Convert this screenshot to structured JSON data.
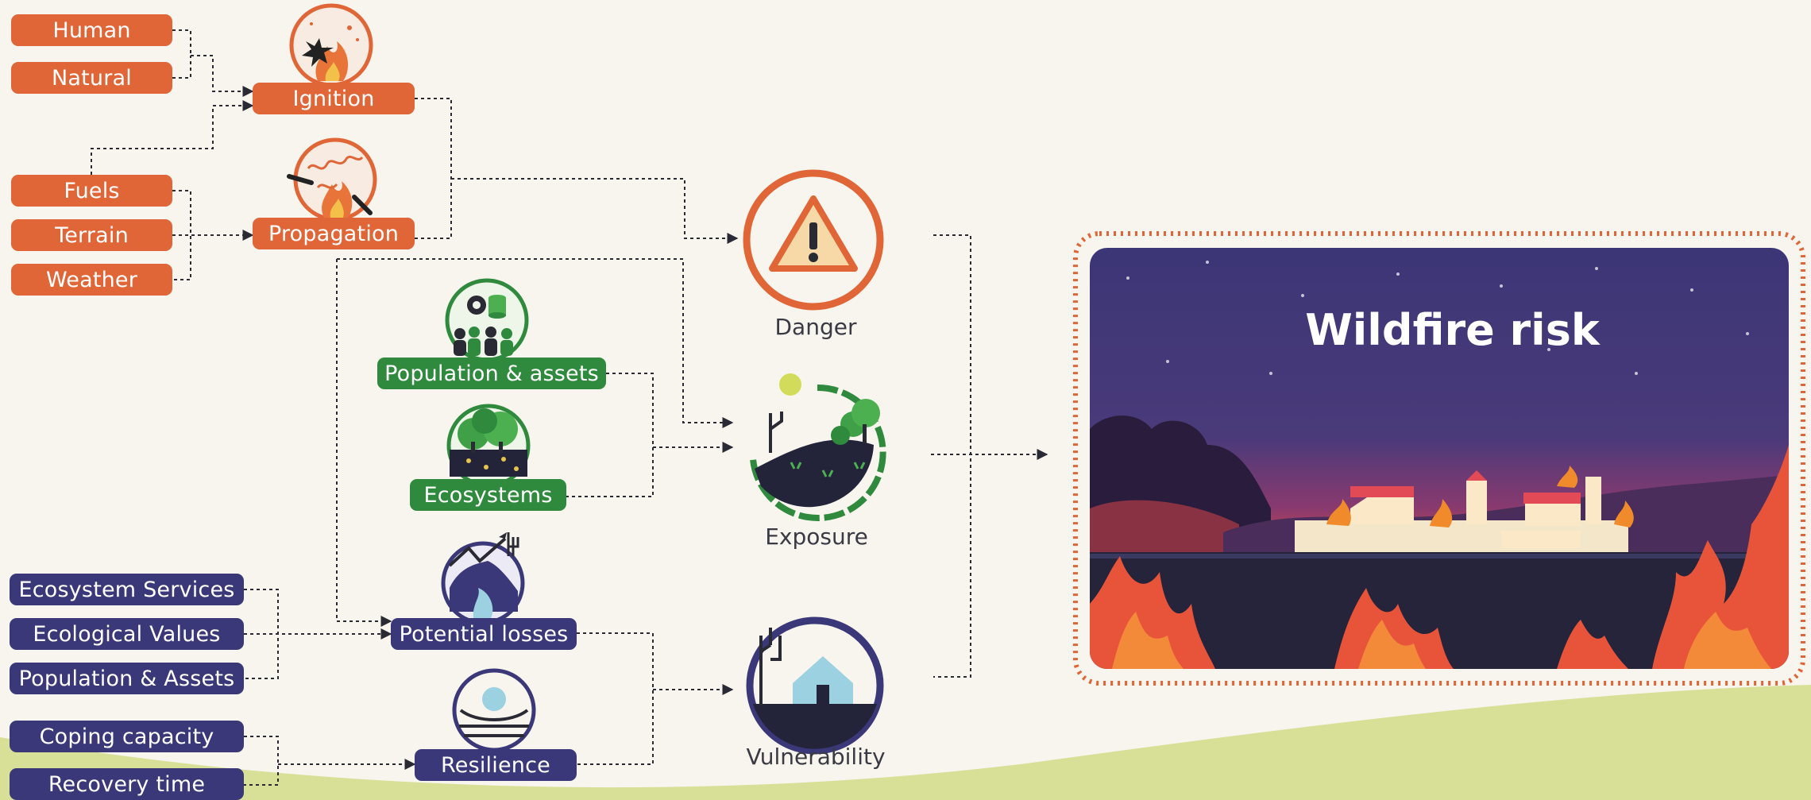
{
  "colors": {
    "orange": "#e06638",
    "purple": "#3a3878",
    "green": "#2f8a3e",
    "background": "#f7f5ed",
    "hill": "#d8df96"
  },
  "drivers": {
    "ignition_inputs": [
      "Human",
      "Natural"
    ],
    "propagation_inputs": [
      "Fuels",
      "Terrain",
      "Weather"
    ],
    "ignition": "Ignition",
    "propagation": "Propagation"
  },
  "exposure_inputs": [
    "Population & assets",
    "Ecosystems"
  ],
  "vulnerability": {
    "loss_inputs": [
      "Ecosystem Services",
      "Ecological Values",
      "Population & Assets"
    ],
    "resilience_inputs": [
      "Coping capacity",
      "Recovery time"
    ],
    "potential_losses": "Potential losses",
    "resilience": "Resilience"
  },
  "components": {
    "danger": "Danger",
    "exposure": "Exposure",
    "vulnerability": "Vulnerability"
  },
  "result": {
    "title": "Wildfire risk"
  },
  "icons": [
    "fire-ignition-icon",
    "fire-propagation-icon",
    "warning-triangle-icon",
    "population-assets-icon",
    "ecosystems-icon",
    "potential-losses-icon",
    "resilience-icon",
    "exposure-landscape-icon",
    "vulnerability-house-icon"
  ]
}
